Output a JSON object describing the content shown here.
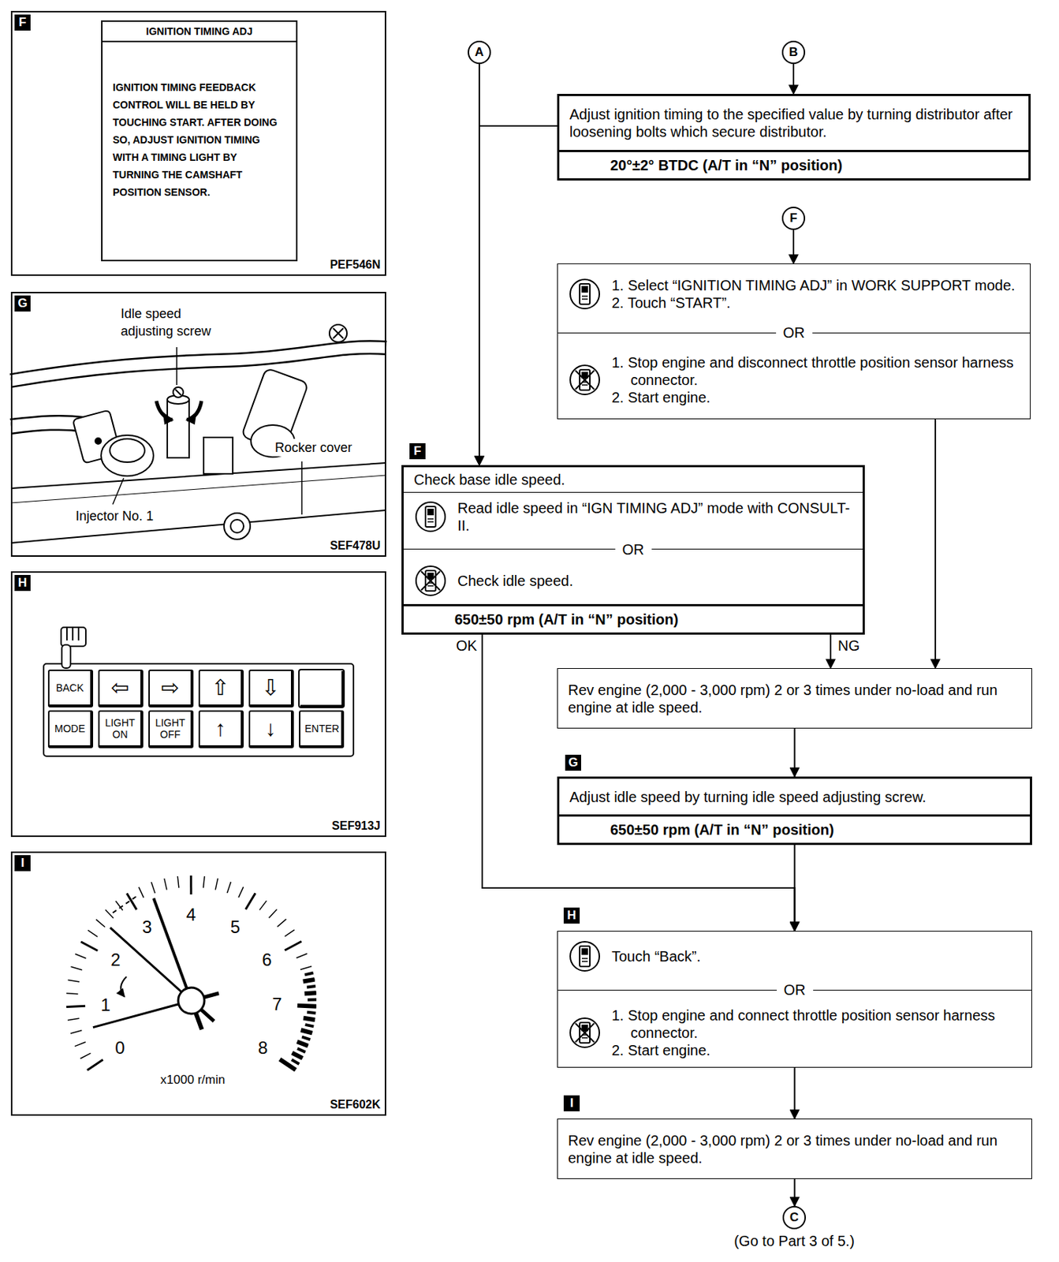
{
  "diagram": {
    "nodes": [
      {
        "text": [
          "F",
          "PEF546N"
        ]
      },
      {
        "text": [
          "IGNITION TIMING ADJ",
          "IGNITION TIMING FEEDBACK CONTROL WILL BE HELD BY TOUCHING START. AFTER DOING SO, ADJUST IGNITION TIMING WITH A TIMING LIGHT BY TURNING THE CAMSHAFT POSITION SENSOR."
        ],
        "in": 0
      },
      {
        "text": [
          "G",
          "SEF478U"
        ]
      },
      {
        "text": [
          "H",
          "SEF913J"
        ]
      },
      {
        "text": [
          "BACK"
        ],
        "in": 3
      },
      {
        "text": [
          "⇦"
        ],
        "in": 3
      },
      {
        "text": [
          "⇨"
        ],
        "in": 3
      },
      {
        "text": [
          "⇧"
        ],
        "in": 3
      },
      {
        "text": [
          "⇩"
        ],
        "in": 3
      },
      {
        "text": [
          "MODE"
        ],
        "in": 3
      },
      {
        "text": [
          "LIGHT ON"
        ],
        "in": 3
      },
      {
        "text": [
          "LIGHT OFF"
        ],
        "in": 3
      },
      {
        "text": [
          "↑"
        ],
        "in": 3
      },
      {
        "text": [
          "↓"
        ],
        "in": 3
      },
      {
        "text": [
          "ENTER"
        ],
        "in": 3
      },
      {
        "text": [
          "I",
          "SEF602K"
        ]
      },
      {
        "text": [
          "A"
        ]
      },
      {
        "text": [
          "B"
        ]
      },
      {
        "text": [
          "Adjust ignition timing to the specified value by turning distributor after loosening bolts which secure distributor.",
          "20°±2° BTDC (A/T in “N” position)"
        ]
      },
      {
        "text": [
          "F"
        ]
      },
      {
        "text": [
          "1. Select “IGNITION TIMING ADJ” in WORK SUPPORT mode.",
          "2. Touch “START”.",
          "OR",
          "1. Stop engine and disconnect throttle position sensor harness connector.",
          "2. Start engine."
        ]
      },
      {
        "text": [
          "F",
          "Check base idle speed.",
          "Read idle speed in “IGN TIMING ADJ” mode with CONSULT-II.",
          "OR",
          "Check idle speed.",
          "650±50 rpm (A/T in “N” position)"
        ]
      },
      {
        "text": [
          "Rev engine (2,000 - 3,000 rpm) 2 or 3 times under no-load and run engine at idle speed."
        ]
      },
      {
        "text": [
          "G",
          "Adjust idle speed by turning idle speed adjusting screw.",
          "650±50 rpm (A/T in “N” position)"
        ]
      },
      {
        "text": [
          "H",
          "Touch “Back”.",
          "OR",
          "1. Stop engine and connect throttle position sensor harness connector.",
          "2. Start engine."
        ]
      },
      {
        "text": [
          "I",
          "Rev engine (2,000 - 3,000 rpm) 2 or 3 times under no-load and run engine at idle speed."
        ]
      },
      {
        "text": [
          "C"
        ]
      }
    ],
    "edges": [
      {
        "from": 16,
        "to": 21,
        "arrow": "to"
      },
      {
        "from": 17,
        "to": 18,
        "arrow": "to"
      },
      {
        "from": 18,
        "to": 21,
        "arrow": "to"
      },
      {
        "from": 19,
        "to": 20,
        "arrow": "to"
      },
      {
        "from": 20,
        "to": 22,
        "arrow": "to"
      },
      {
        "from": 21,
        "to": 22,
        "label": "NG",
        "arrow": "to"
      },
      {
        "from": 21,
        "to": 24,
        "label": "OK",
        "arrow": "to"
      },
      {
        "from": 22,
        "to": 23,
        "arrow": "to"
      },
      {
        "from": 23,
        "to": 24,
        "arrow": "to"
      },
      {
        "from": 24,
        "to": 25,
        "arrow": "to"
      },
      {
        "from": 25,
        "to": 26,
        "arrow": "to"
      }
    ],
    "labels": [
      "Idle speed adjusting screw",
      "Injector No. 1",
      "Rocker cover",
      "0",
      "1",
      "2",
      "3",
      "4",
      "5",
      "6",
      "7",
      "8",
      "x1000 r/min",
      "(Go to Part 3 of 5.)"
    ]
  }
}
